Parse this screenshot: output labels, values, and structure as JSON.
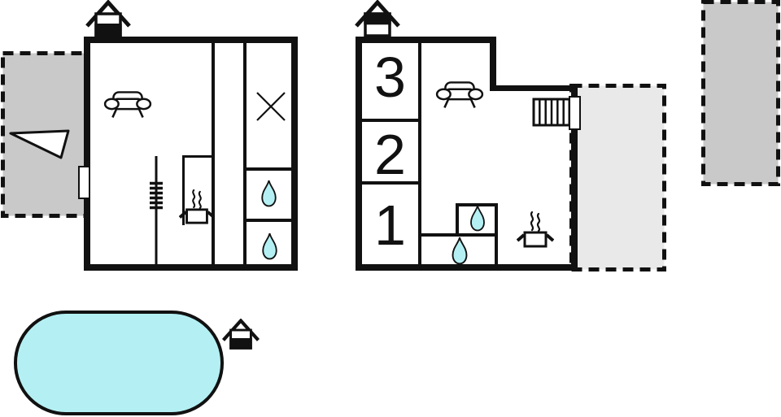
{
  "colors": {
    "wall": "#111111",
    "line": "#111111",
    "water": "#b4f0f3",
    "terrace_dark": "#c9c9c9",
    "terrace_light": "#e9e9e9",
    "door": "#ffffff",
    "background": "#ffffff"
  },
  "upper_floor": {
    "bedroom_labels": [
      "3",
      "2",
      "1"
    ]
  },
  "icons": {
    "ground-floor-house-icon": "house pictogram, lower level filled",
    "upper-floor-house-icon": "house pictogram, upper level filled",
    "pool-level-house-icon": "house pictogram, lower level filled",
    "sofa-icon": "sofa seen from above",
    "water-drop-icon": "water drop (bath/shower)",
    "stove-pot-icon": "cooking pot with steam",
    "ladder-icon": "ladder with rungs",
    "stairs-icon": "stairs / radiator grid",
    "window-x-icon": "crossed diagonals",
    "awning-icon": "triangular awning",
    "door-marker": "white door opening in wall"
  }
}
